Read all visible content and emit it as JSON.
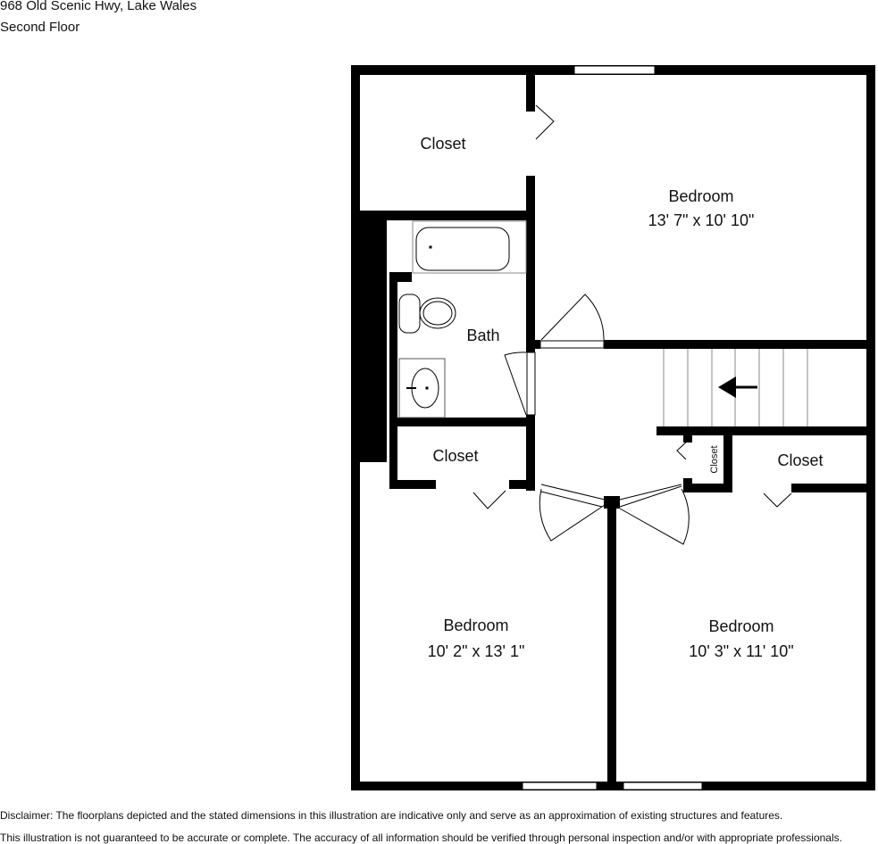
{
  "header": {
    "address": "968 Old Scenic Hwy, Lake Wales",
    "floor": "Second Floor"
  },
  "rooms": {
    "closet_top": {
      "label": "Closet"
    },
    "bedroom_top": {
      "label": "Bedroom",
      "dims": "13' 7\" x 10' 10\""
    },
    "bath": {
      "label": "Bath"
    },
    "closet_left": {
      "label": "Closet"
    },
    "closet_small": {
      "label": "Closet"
    },
    "closet_right": {
      "label": "Closet"
    },
    "bedroom_left": {
      "label": "Bedroom",
      "dims": "10' 2\" x 13' 1\""
    },
    "bedroom_right": {
      "label": "Bedroom",
      "dims": "10' 3\" x 11' 10\""
    }
  },
  "disclaimer": {
    "line1": "Disclaimer: The floorplans depicted and the stated dimensions in this illustration are indicative only and serve as an approximation of existing structures and features.",
    "line2": "This illustration is not guaranteed to be accurate or complete. The accuracy of all information should be verified through personal inspection and/or with appropriate professionals."
  },
  "colors": {
    "wall": "#000000",
    "background": "#ffffff"
  }
}
